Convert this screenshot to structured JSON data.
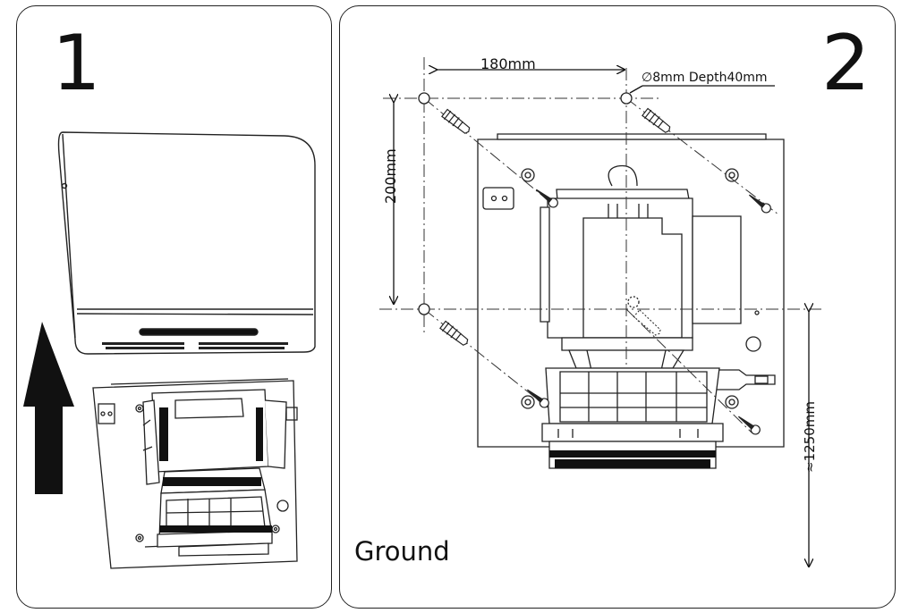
{
  "steps": {
    "step1": "1",
    "step2": "2"
  },
  "dimensions": {
    "hole_spacing_h": "180mm",
    "hole_spacing_v": "200mm",
    "hole_spec": "∅8mm Depth40mm",
    "mount_height": "≈1250mm"
  },
  "ground_label": "Ground"
}
